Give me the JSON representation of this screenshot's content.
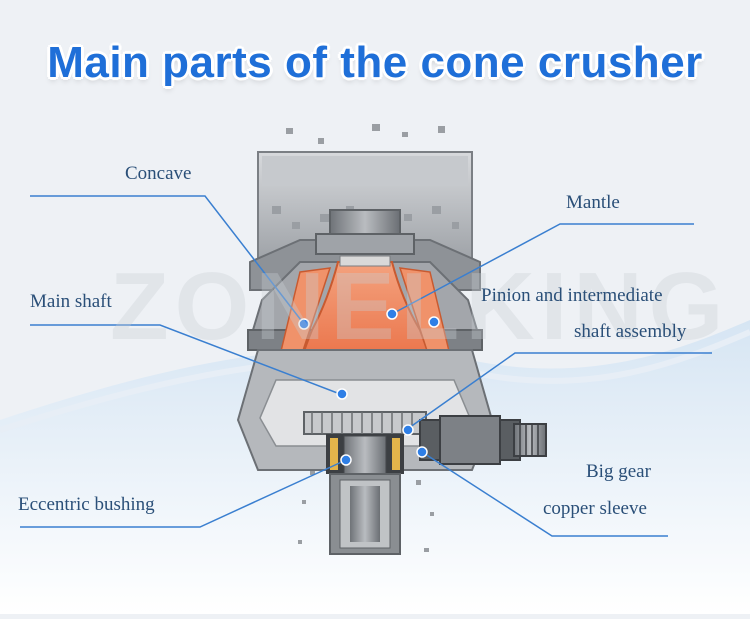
{
  "title": "Main parts of the cone crusher",
  "watermark": "ZONELKING",
  "labels": {
    "concave": "Concave",
    "mantle": "Mantle",
    "main_shaft": "Main shaft",
    "pinion_line1": "Pinion and intermediate",
    "pinion_line2": "shaft assembly",
    "eccentric_bushing": "Eccentric bushing",
    "big_gear_line1": "Big gear",
    "big_gear_line2": "copper sleeve"
  },
  "colors": {
    "title": "#1f6fd8",
    "label": "#2a4f78",
    "leader_line": "#3a7fd0",
    "marker": "#2f7fe6",
    "mantle": "#f07f57",
    "casing": "#8c8f94",
    "background_wave": "#c9dcef"
  }
}
